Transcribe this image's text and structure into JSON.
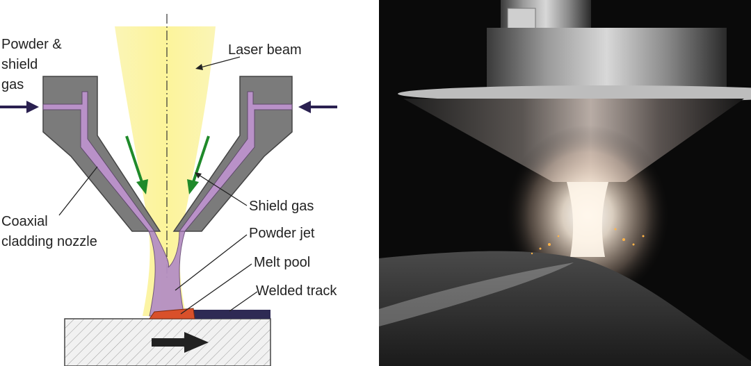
{
  "diagram": {
    "labels": {
      "powder_line1": "Powder &",
      "powder_line2": "shield",
      "powder_line3": "gas",
      "laser_beam": "Laser beam",
      "coaxial_line1": "Coaxial",
      "coaxial_line2": "cladding nozzle",
      "shield_gas": "Shield gas",
      "powder_jet": "Powder jet",
      "melt_pool": "Melt pool",
      "welded_track": "Welded track"
    },
    "colors": {
      "nozzle": "#7a7a7a",
      "nozzle_dark": "#555555",
      "powder_channel": "#b991c8",
      "beam": "#f8f09c",
      "gas_arrow": "#1f8a2a",
      "feed_arrow": "#2a2050",
      "melt_pool": "#d9502a",
      "track": "#2e2a54",
      "substrate": "#eeeeee"
    }
  },
  "photo": {
    "subject": "laser cladding nozzle in operation"
  }
}
